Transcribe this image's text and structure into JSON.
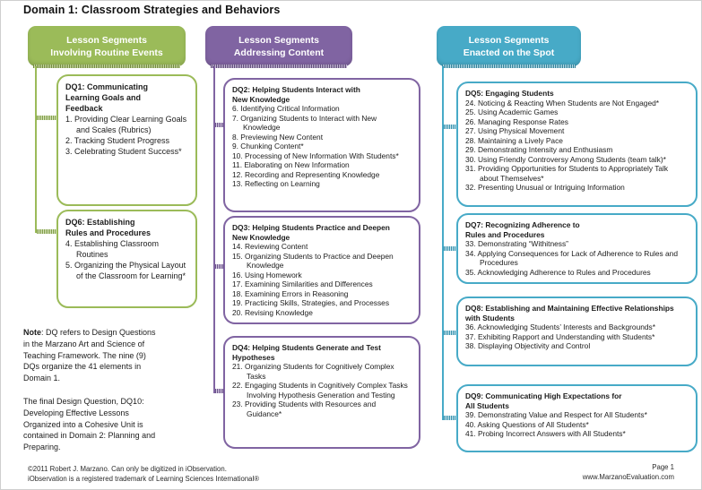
{
  "page": {
    "title": "Domain 1: Classroom Strategies and Behaviors"
  },
  "colors": {
    "green": "#9bbb59",
    "purple": "#8064a2",
    "teal": "#47aac7"
  },
  "columns": [
    {
      "id": "routine-events",
      "header_line1": "Lesson Segments",
      "header_line2": "Involving Routine Events",
      "boxes": [
        {
          "title": "DQ1: Communicating\nLearning Goals and\nFeedback",
          "items": [
            "1. Providing Clear Learning Goals and Scales (Rubrics)",
            "2. Tracking Student Progress",
            "3. Celebrating Student Success*"
          ]
        },
        {
          "title": "DQ6: Establishing\nRules and Procedures",
          "items": [
            "4. Establishing Classroom Routines",
            "5. Organizing the Physical Layout of the Classroom for Learning*"
          ]
        }
      ]
    },
    {
      "id": "addressing-content",
      "header_line1": "Lesson Segments",
      "header_line2": "Addressing Content",
      "boxes": [
        {
          "title": "DQ2: Helping Students Interact with\nNew Knowledge",
          "items": [
            "6. Identifying Critical Information",
            "7. Organizing Students to Interact with New Knowledge",
            "8. Previewing New Content",
            "9. Chunking Content*",
            "10. Processing of New Information With Students*",
            "11. Elaborating on New Information",
            "12. Recording and Representing Knowledge",
            "13. Reflecting on Learning"
          ]
        },
        {
          "title": "DQ3: Helping Students Practice and Deepen\nNew Knowledge",
          "items": [
            "14. Reviewing Content",
            "15. Organizing Students to Practice and Deepen Knowledge",
            "16. Using Homework",
            "17. Examining Similarities and Differences",
            "18. Examining Errors in Reasoning",
            "19. Practicing Skills, Strategies, and Processes",
            "20. Revising Knowledge"
          ]
        },
        {
          "title": "DQ4: Helping Students Generate and Test\nHypotheses",
          "items": [
            "21. Organizing Students for Cognitively Complex Tasks",
            "22. Engaging Students in Cognitively Complex Tasks Involving Hypothesis Generation and Testing",
            "23. Providing Students with Resources and Guidance*"
          ]
        }
      ]
    },
    {
      "id": "enacted-on-the-spot",
      "header_line1": "Lesson Segments",
      "header_line2": "Enacted on the Spot",
      "boxes": [
        {
          "title": "DQ5: Engaging Students",
          "items": [
            "24. Noticing & Reacting When Students are Not Engaged*",
            "25. Using Academic Games",
            "26. Managing Response Rates",
            "27. Using Physical Movement",
            "28. Maintaining a Lively Pace",
            "29. Demonstrating Intensity and Enthusiasm",
            "30. Using Friendly Controversy Among Students (team talk)*",
            "31. Providing Opportunities for Students to Appropriately Talk about Themselves*",
            "32. Presenting Unusual or Intriguing Information"
          ]
        },
        {
          "title": "DQ7: Recognizing Adherence to\nRules and Procedures",
          "items": [
            "33. Demonstrating “Withitness”",
            "34. Applying Consequences for Lack of Adherence to Rules and Procedures",
            "35. Acknowledging Adherence to Rules and Procedures"
          ]
        },
        {
          "title": "DQ8: Establishing and Maintaining Effective Relationships\nwith Students",
          "items": [
            "36. Acknowledging Students’ Interests and Backgrounds*",
            "37. Exhibiting Rapport and Understanding with Students*",
            "38. Displaying Objectivity and Control"
          ]
        },
        {
          "title": "DQ9: Communicating High Expectations for\nAll Students",
          "items": [
            "39. Demonstrating Value and Respect for All Students*",
            "40. Asking Questions of All Students*",
            "41. Probing Incorrect Answers with All Students*"
          ]
        }
      ]
    }
  ],
  "note": {
    "label": "Note",
    "text1": ": DQ refers to Design Questions in the Marzano Art and Science of Teaching Framework. The nine (9) DQs organize the 41 elements in Domain 1.",
    "text2": "The final Design Question, DQ10: Developing Effective Lessons Organized into a Cohesive Unit is contained in Domain 2: Planning and Preparing."
  },
  "footer": {
    "copyright": "©2011 Robert J. Marzano. Can only be digitized in iObservation.",
    "trademark": "iObservation is a registered trademark of Learning Sciences International®",
    "page_number": "Page 1",
    "website": "www.MarzanoEvaluation.com"
  }
}
